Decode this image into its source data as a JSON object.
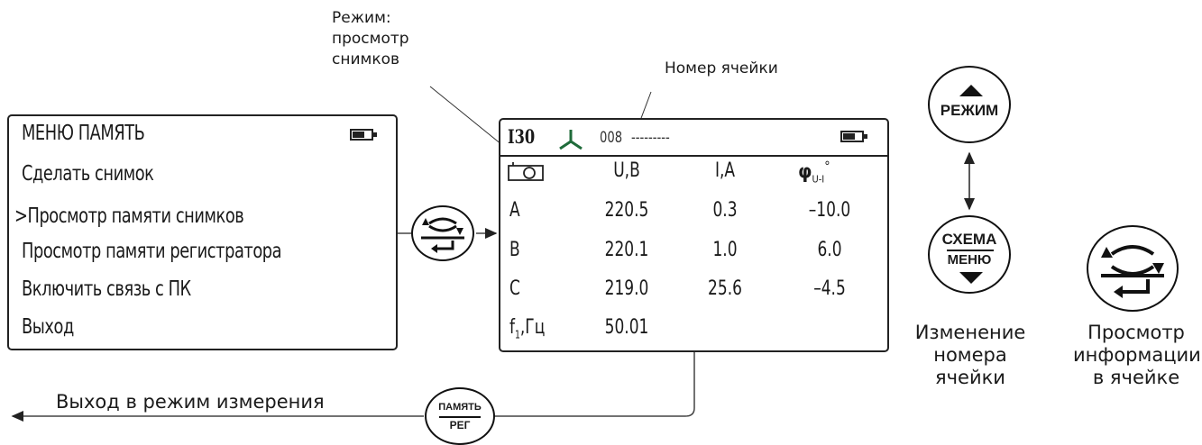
{
  "menu_screen": {
    "title": "МЕНЮ ПАМЯТЬ",
    "items": [
      "Сделать снимок",
      ">Просмотр памяти снимков",
      "Просмотр памяти регистратора",
      "Включить связь с ПК",
      "Выход"
    ]
  },
  "snap_screen": {
    "mode_code": "I30",
    "cell_number": "008",
    "cell_dashes": "---------",
    "headers": [
      "U,B",
      "I,A",
      "φ"
    ],
    "phi_subscript": "U-I",
    "phi_unit": "°",
    "rows": [
      {
        "phase": "A",
        "u": "220.5",
        "i": "0.3",
        "phi": "–10.0"
      },
      {
        "phase": "B",
        "u": "220.1",
        "i": "1.0",
        "phi": "6.0"
      },
      {
        "phase": "C",
        "u": "219.0",
        "i": "25.6",
        "phi": "–4.5"
      }
    ],
    "freq_label_main": "f",
    "freq_label_sub": "1",
    "freq_label_unit": ",Гц",
    "freq_value": "50.01"
  },
  "callouts": {
    "mode_line1": "Режим:",
    "mode_line2": "просмотр",
    "mode_line3": "снимков",
    "cell_number": "Номер ячейки"
  },
  "buttons": {
    "rezhim": "РЕЖИМ",
    "skhema": "СХЕМА",
    "menu": "МЕНЮ",
    "pamyat": "ПАМЯТЬ",
    "reg": "РЕГ"
  },
  "captions": {
    "exit": "Выход в режим измерения",
    "change_line1": "Изменение",
    "change_line2": "номера",
    "change_line3": "ячейки",
    "view_line1": "Просмотр",
    "view_line2": "информации",
    "view_line3": "в ячейке"
  }
}
